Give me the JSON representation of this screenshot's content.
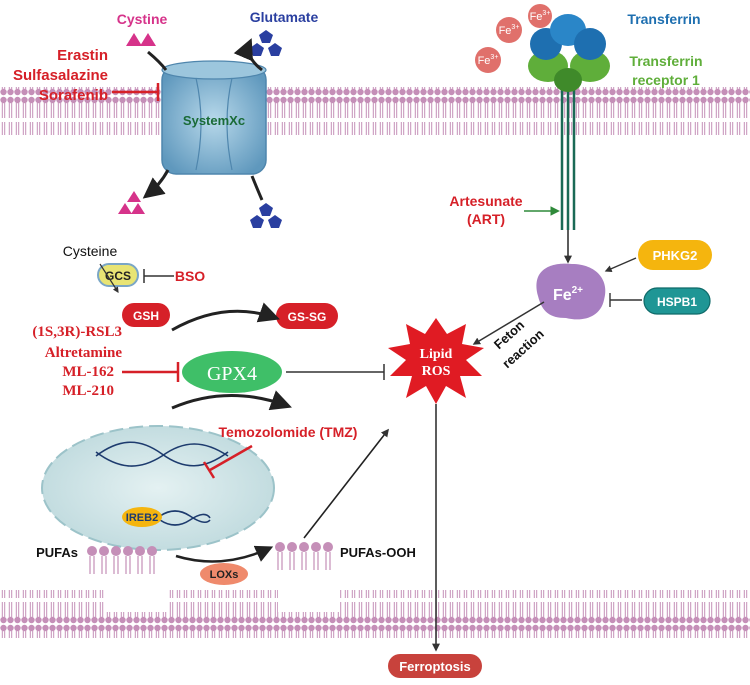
{
  "labels": {
    "cystine": "Cystine",
    "glutamate": "Glutamate",
    "systemxc": "SystemXc",
    "inhibitors_xc": [
      "Erastin",
      "Sulfasalazine",
      "Sorafenib"
    ],
    "cysteine": "Cysteine",
    "gcs": "GCS",
    "bso": "BSO",
    "gsh": "GSH",
    "gssg": "GS-SG",
    "gpx4": "GPX4",
    "inhibitors_gpx4": [
      "(1S,3R)-RSL3",
      "Altretamine",
      "ML-162",
      "ML-210"
    ],
    "tmz": "Temozolomide (TMZ)",
    "ireb2": "IREB2",
    "pufas": "PUFAs",
    "loxs": "LOXs",
    "pufas_ooh": "PUFAs-OOH",
    "lipid_ros_1": "Lipid",
    "lipid_ros_2": "ROS",
    "ferroptosis": "Ferroptosis",
    "transferrin": "Transferrin",
    "tfr1_1": "Transferrin",
    "tfr1_2": "receptor 1",
    "fe3": "Fe",
    "fe3_sup": "3+",
    "artesunate_1": "Artesunate",
    "artesunate_2": "(ART)",
    "fe2": "Fe",
    "fe2_sup": "2+",
    "phkg2": "PHKG2",
    "hspb1": "HSPB1",
    "fenton_1": "Feton",
    "fenton_2": "reaction"
  },
  "colors": {
    "red_text": "#d62028",
    "membrane": "#c58fb8",
    "systemxc": "#7fb2cc",
    "gpx4": "#3fbf68",
    "fe2": "#a77ec1",
    "phkg2": "#f5b50e",
    "hspb1": "#1f9695",
    "transferrin_blue": "#1e6fb0",
    "tfr_green": "#5fae3a",
    "cystine": "#d6338a",
    "glutamate": "#2a3fa0",
    "nucleus": "#cfe3e6"
  },
  "icons": [
    "cystine-triangles",
    "glutamate-pentagons",
    "dna-helix",
    "lipid-bilayer",
    "ros-starburst"
  ]
}
